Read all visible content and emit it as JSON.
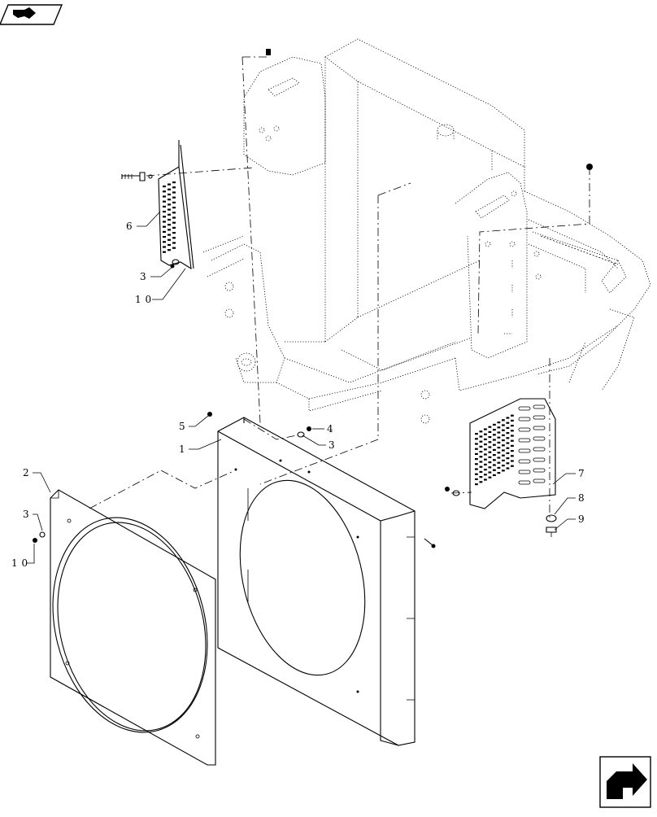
{
  "drawing": {
    "callouts": [
      {
        "id": "c6",
        "text": "6"
      },
      {
        "id": "c3a",
        "text": "3"
      },
      {
        "id": "c10a",
        "text": "1 0"
      },
      {
        "id": "c5",
        "text": "5"
      },
      {
        "id": "c1",
        "text": "1"
      },
      {
        "id": "c4",
        "text": "4"
      },
      {
        "id": "c3b",
        "text": "3"
      },
      {
        "id": "c2",
        "text": "2"
      },
      {
        "id": "c3c",
        "text": "3"
      },
      {
        "id": "c10b",
        "text": "1 0"
      },
      {
        "id": "c7",
        "text": "7"
      },
      {
        "id": "c8",
        "text": "8"
      },
      {
        "id": "c9",
        "text": "9"
      }
    ]
  },
  "icons": {
    "top_left": "catalog-back-arrow-icon",
    "bottom_right": "navigation-arrow-icon"
  }
}
